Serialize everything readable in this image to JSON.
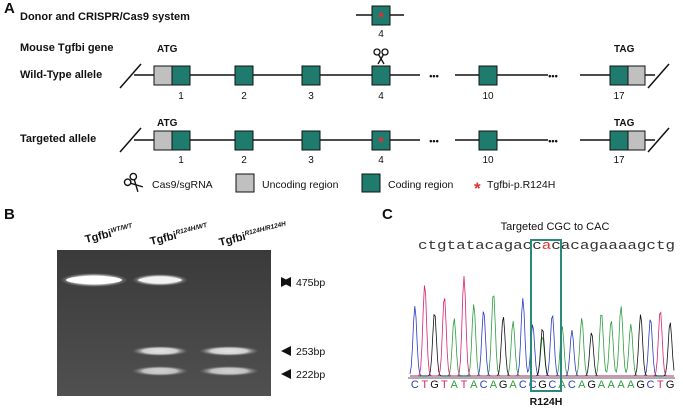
{
  "panel_a": {
    "label": "A",
    "donor_label": "Donor and CRISPR/Cas9 system",
    "donor_exon_number": "4",
    "gene_label": "Mouse Tgfbi gene",
    "atg": "ATG",
    "tag": "TAG",
    "wt_label": "Wild-Type allele",
    "targeted_label": "Targeted allele",
    "exon_numbers": [
      "1",
      "2",
      "3",
      "4",
      "10",
      "17"
    ],
    "ellipsis": "•••",
    "legend": {
      "cas9": "Cas9/sgRNA",
      "uncoding": "Uncoding region",
      "coding": "Coding region",
      "mutation_symbol": "*",
      "mutation": "Tgfbi-p.R124H"
    }
  },
  "panel_b": {
    "label": "B",
    "lanes": [
      {
        "base": "Tgfbi",
        "sup": "WT/WT"
      },
      {
        "base": "Tgfbi",
        "sup": "R124H/WT"
      },
      {
        "base": "Tgfbi",
        "sup": "R124H/R124H"
      }
    ],
    "bands": [
      "475bp",
      "253bp",
      "222bp"
    ]
  },
  "panel_c": {
    "label": "C",
    "title": "Targeted CGC to CAC",
    "seq_top_pre": "ctgtatacagacc",
    "seq_top_mut": "a",
    "seq_top_post": "cacagaaaagctg",
    "seq_bottom": "CTGTATACAGACCGCACAGAAAAGCTG",
    "mutation_label": "R124H"
  },
  "colors": {
    "coding": "#1e7b6e",
    "uncoding": "#c0c0c0",
    "mutation": "#e03030",
    "highlight": "#2a8a7a"
  }
}
